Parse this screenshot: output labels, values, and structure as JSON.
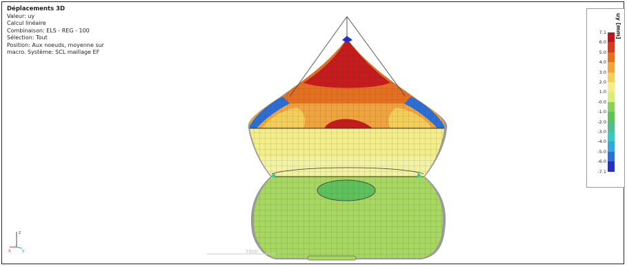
{
  "panel": {
    "title": "Déplacements 3D",
    "value_line": "Valeur: uy",
    "calc_line": "Calcul linéaire",
    "combination_line": "Combinaison: ELS - REG - 100",
    "selection_line": "Sélection: Tout",
    "position_line": "Position: Aux noeuds, moyenne sur",
    "system_line": "macro. Système: SCL maillage EF"
  },
  "legend": {
    "unit": "uy [mm]",
    "labels": [
      "7.1",
      "6.0",
      "5.0",
      "4.0",
      "3.0",
      "2.0",
      "1.0",
      "-0.0",
      "-1.0",
      "-2.0",
      "-3.0",
      "-4.0",
      "-5.0",
      "-6.0",
      "-7.1"
    ],
    "colors": [
      "#c0161b",
      "#d83c1e",
      "#e8701c",
      "#f2a43a",
      "#f4cf55",
      "#f4ee86",
      "#d9ee78",
      "#8cd05a",
      "#5ec25a",
      "#4cbf8e",
      "#39c7c7",
      "#36a6df",
      "#2a6fd8",
      "#2232c8",
      "#1a0f9a"
    ]
  },
  "axes": {
    "z": "z",
    "x": "x",
    "y": "y"
  },
  "scale": {
    "label": "7000"
  }
}
